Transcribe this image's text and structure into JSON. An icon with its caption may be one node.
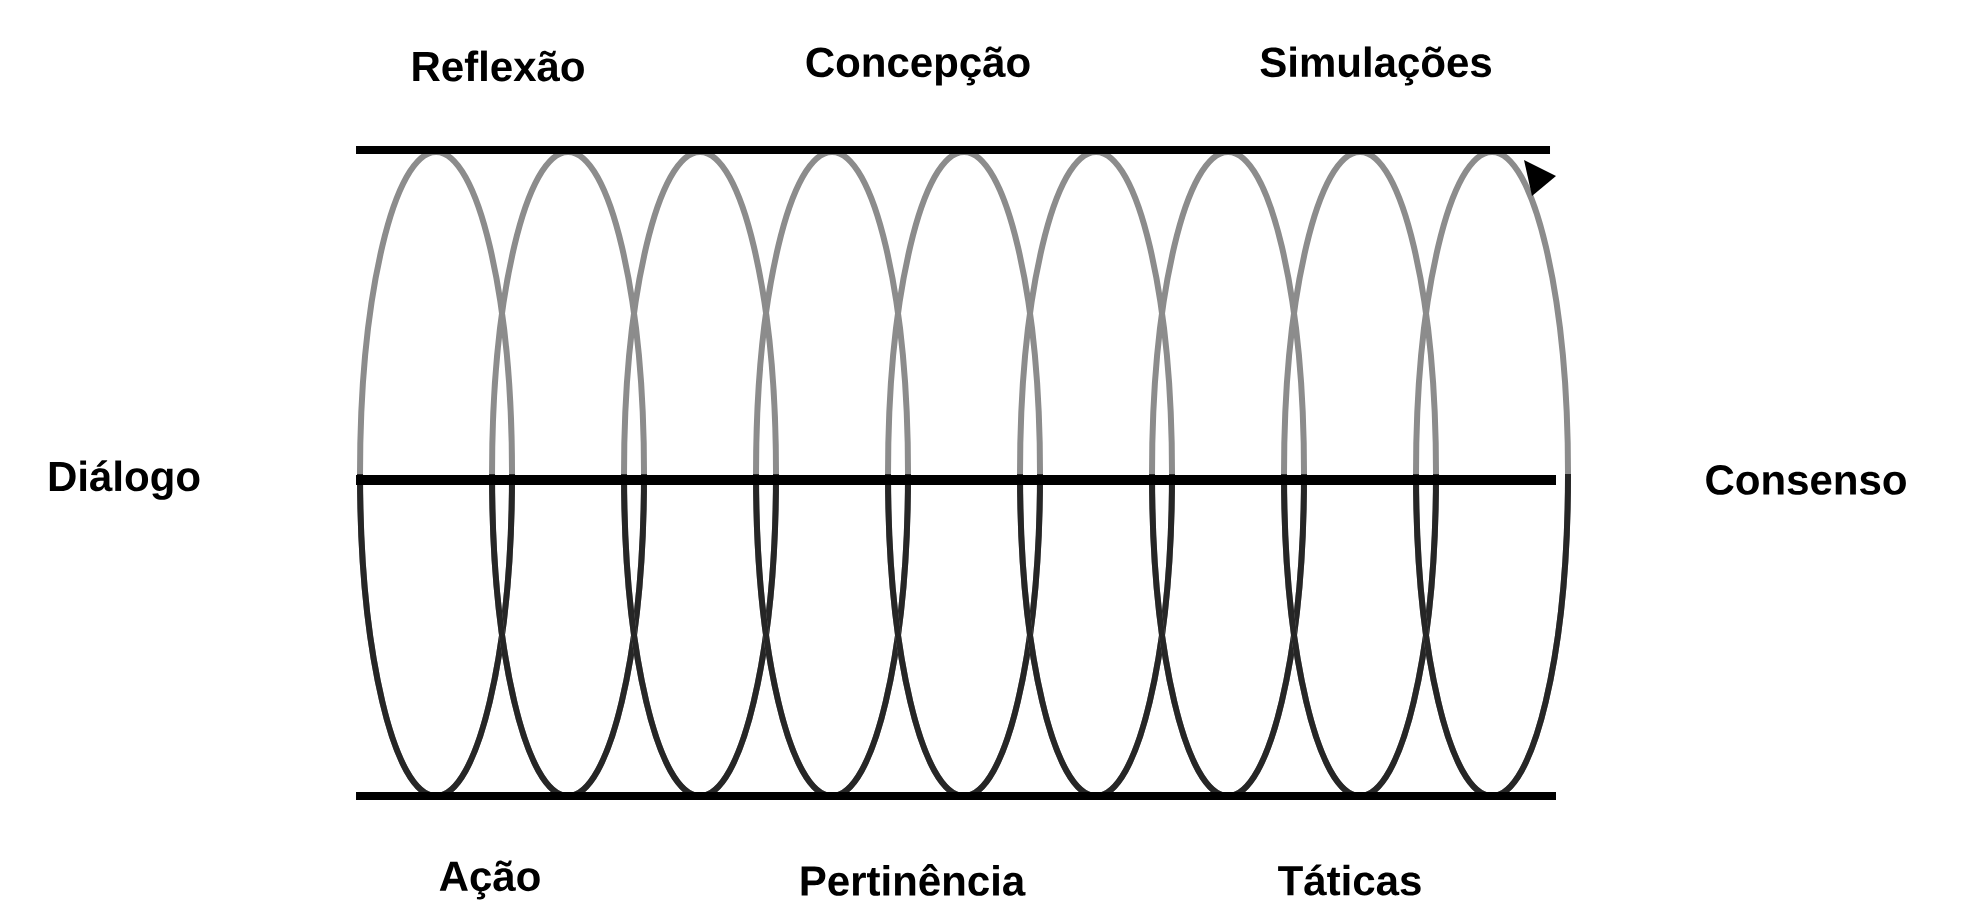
{
  "diagram": {
    "labels": [
      "Reflexão",
      "Concepção",
      "Simulações",
      "Diálogo",
      "Consenso",
      "Ação",
      "Pertinência",
      "Táticas"
    ]
  }
}
